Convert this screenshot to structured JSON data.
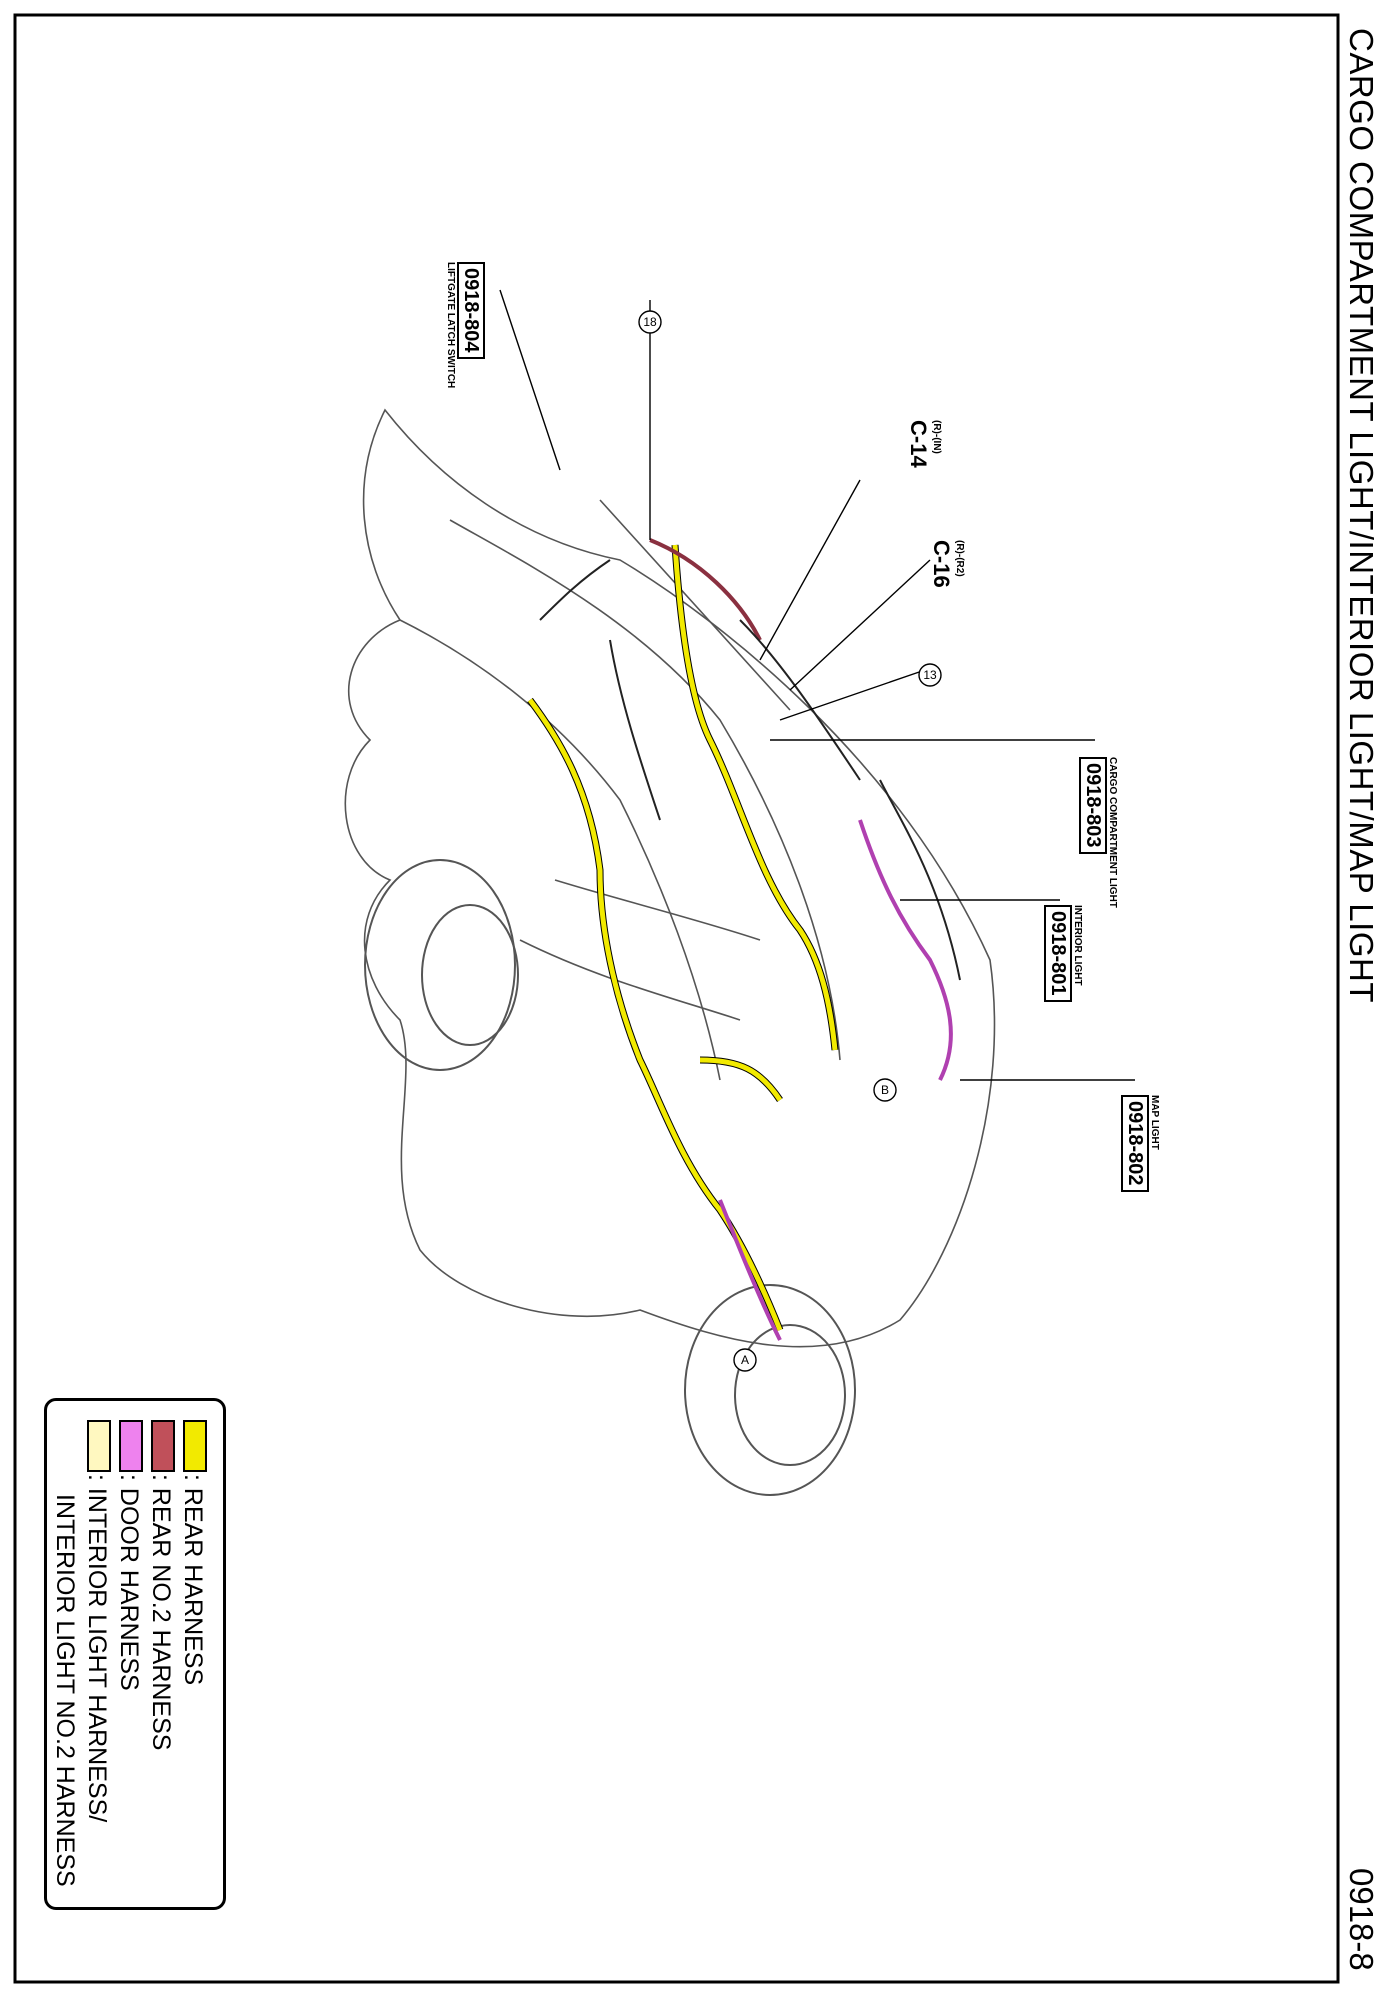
{
  "page": {
    "title": "CARGO COMPARTMENT LIGHT/INTERIOR LIGHT/MAP LIGHT",
    "page_number": "0918-8"
  },
  "callouts": [
    {
      "code": "0918-804",
      "caption": "LIFTGATE LATCH SWITCH"
    },
    {
      "code": "0918-803",
      "caption": "CARGO COMPARTMENT LIGHT"
    },
    {
      "code": "0918-801",
      "caption": "INTERIOR LIGHT"
    },
    {
      "code": "0918-802",
      "caption": "MAP LIGHT"
    }
  ],
  "connectors": [
    {
      "id": "C-14",
      "spec": "(R)-(IN)"
    },
    {
      "id": "C-16",
      "spec": "(R)-(R2)"
    }
  ],
  "markers": [
    "18",
    "13",
    "A",
    "B"
  ],
  "legend": [
    {
      "label": ": REAR HARNESS",
      "color": "#f2ea00"
    },
    {
      "label": ": REAR NO.2 HARNESS",
      "color": "#c0505a"
    },
    {
      "label": ": DOOR HARNESS",
      "color": "#ee82ee"
    },
    {
      "label": ": INTERIOR LIGHT HARNESS/",
      "label2": "INTERIOR LIGHT NO.2 HARNESS",
      "color": "#fff8c0"
    }
  ]
}
